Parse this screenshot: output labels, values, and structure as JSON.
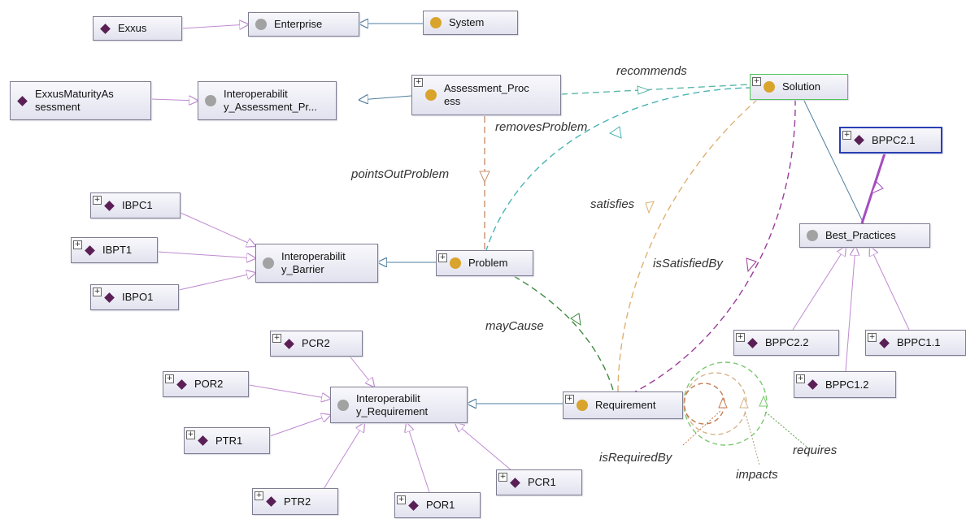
{
  "colors": {
    "subclass_edge": "#4f7f9f",
    "instance_edge": "#bf8ad0",
    "individual_marker": "#5a1f55",
    "class_gold": "#d9a42c",
    "class_gray": "#a2a2a2",
    "recommends": "#5bb8a8",
    "removesProblem": "#4bb4b4",
    "pointsOutProblem": "#c89070",
    "satisfies": "#e0b070",
    "isSatisfiedBy": "#9b3c9b",
    "mayCause": "#3e8a3e",
    "requires_loop": "#7ac86f",
    "impacts_loop": "#d4b48a",
    "isRequiredBy_loop": "#c47a50",
    "bppc21_edge": "#a64cc0",
    "selected_blue": "#2a3fb5",
    "selected_green": "#51c45a"
  },
  "nodes": {
    "exxus": {
      "label": "Exxus",
      "marker": "individual"
    },
    "enterprise": {
      "label": "Enterprise",
      "marker": "gray"
    },
    "system": {
      "label": "System",
      "marker": "gold"
    },
    "exxus_maturity": {
      "label": "ExxusMaturityAs sessment",
      "marker": "individual"
    },
    "interop_assessment": {
      "label": "Interoperabilit y_Assessment_Pr...",
      "marker": "gray"
    },
    "assessment_process": {
      "label": "Assessment_Proc ess",
      "marker": "gold",
      "expand": true
    },
    "solution": {
      "label": "Solution",
      "marker": "gold",
      "expand": true
    },
    "bppc21": {
      "label": "BPPC2.1",
      "marker": "individual",
      "expand": true
    },
    "ibpc1": {
      "label": "IBPC1",
      "marker": "individual",
      "expand": true
    },
    "ibpt1": {
      "label": "IBPT1",
      "marker": "individual",
      "expand": true
    },
    "ibpo1": {
      "label": "IBPO1",
      "marker": "individual",
      "expand": true
    },
    "interop_barrier": {
      "label": "Interoperabilit y_Barrier",
      "marker": "gray"
    },
    "problem": {
      "label": "Problem",
      "marker": "gold",
      "expand": true
    },
    "best_practices": {
      "label": "Best_Practices",
      "marker": "gray"
    },
    "bppc22": {
      "label": "BPPC2.2",
      "marker": "individual",
      "expand": true
    },
    "bppc11": {
      "label": "BPPC1.1",
      "marker": "individual",
      "expand": true
    },
    "bppc12": {
      "label": "BPPC1.2",
      "marker": "individual",
      "expand": true
    },
    "pcr2": {
      "label": "PCR2",
      "marker": "individual",
      "expand": true
    },
    "por2": {
      "label": "POR2",
      "marker": "individual",
      "expand": true
    },
    "interop_requirement": {
      "label": "Interoperabilit y_Requirement",
      "marker": "gray"
    },
    "requirement": {
      "label": "Requirement",
      "marker": "gold",
      "expand": true
    },
    "ptr1": {
      "label": "PTR1",
      "marker": "individual",
      "expand": true
    },
    "pcr1": {
      "label": "PCR1",
      "marker": "individual",
      "expand": true
    },
    "ptr2": {
      "label": "PTR2",
      "marker": "individual",
      "expand": true
    },
    "por1": {
      "label": "POR1",
      "marker": "individual",
      "expand": true
    }
  },
  "edge_labels": {
    "recommends": "recommends",
    "removesProblem": "removesProblem",
    "pointsOutProblem": "pointsOutProblem",
    "satisfies": "satisfies",
    "isSatisfiedBy": "isSatisfiedBy",
    "mayCause": "mayCause",
    "isRequiredBy": "isRequiredBy",
    "impacts": "impacts",
    "requires": "requires"
  },
  "expand_glyph": "+"
}
